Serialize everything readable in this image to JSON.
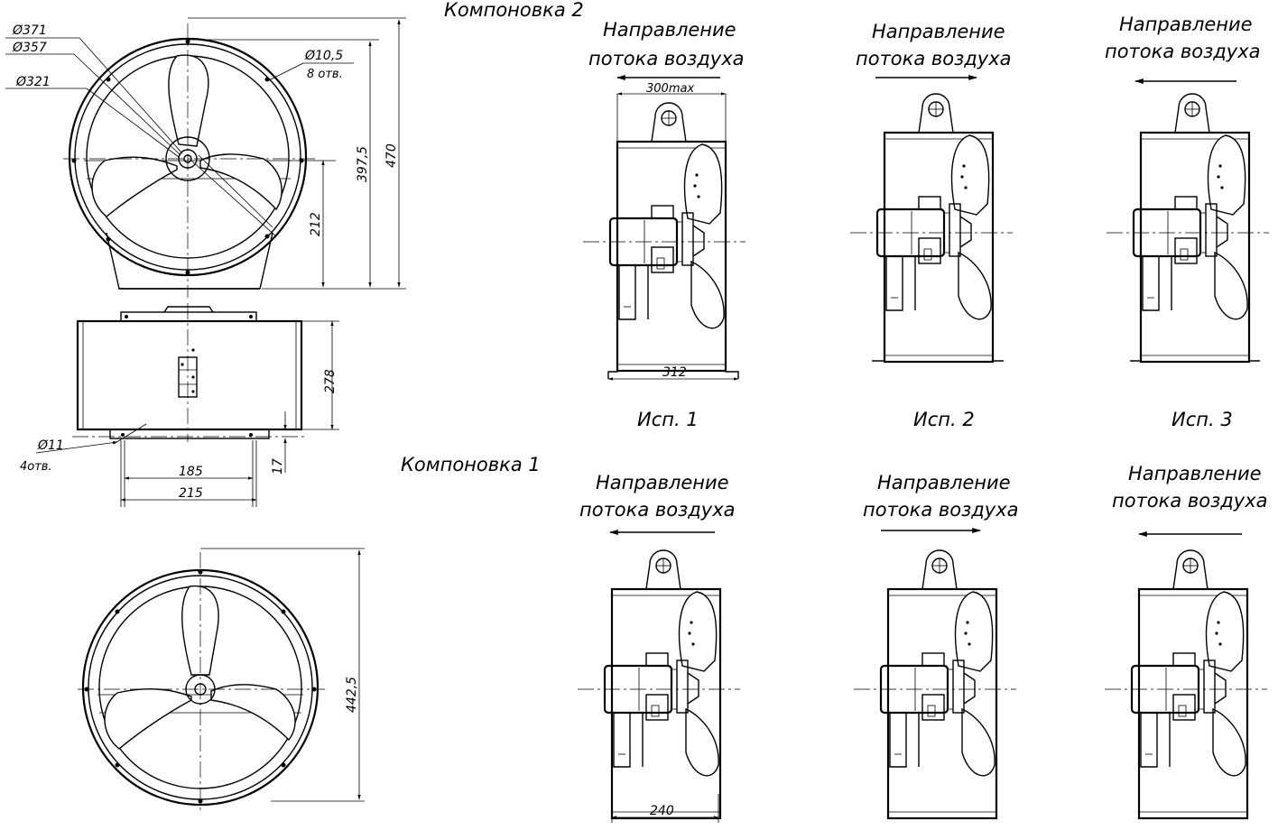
{
  "layouts": {
    "layout1": "Компоновка 1",
    "layout2": "Компоновка 2"
  },
  "airflow_label": {
    "line1": "Направление",
    "line2": "потока воздуха"
  },
  "variants": {
    "v1": "Исп. 1",
    "v2": "Исп. 2",
    "v3": "Исп. 3"
  },
  "top_front": {
    "d371": "Ø371",
    "d357": "Ø357",
    "d321": "Ø321",
    "d10_5": "Ø10,5",
    "holes8": "8 отв.",
    "h212": "212",
    "h397_5": "397,5",
    "h470": "470"
  },
  "side_view": {
    "d11": "Ø11",
    "holes4": "4отв.",
    "w185": "185",
    "w215": "215",
    "h278": "278",
    "h17": "17"
  },
  "bottom_front": {
    "h442_5": "442,5"
  },
  "side_dims": {
    "w300max": "300max",
    "w312": "312",
    "w240": "240"
  }
}
